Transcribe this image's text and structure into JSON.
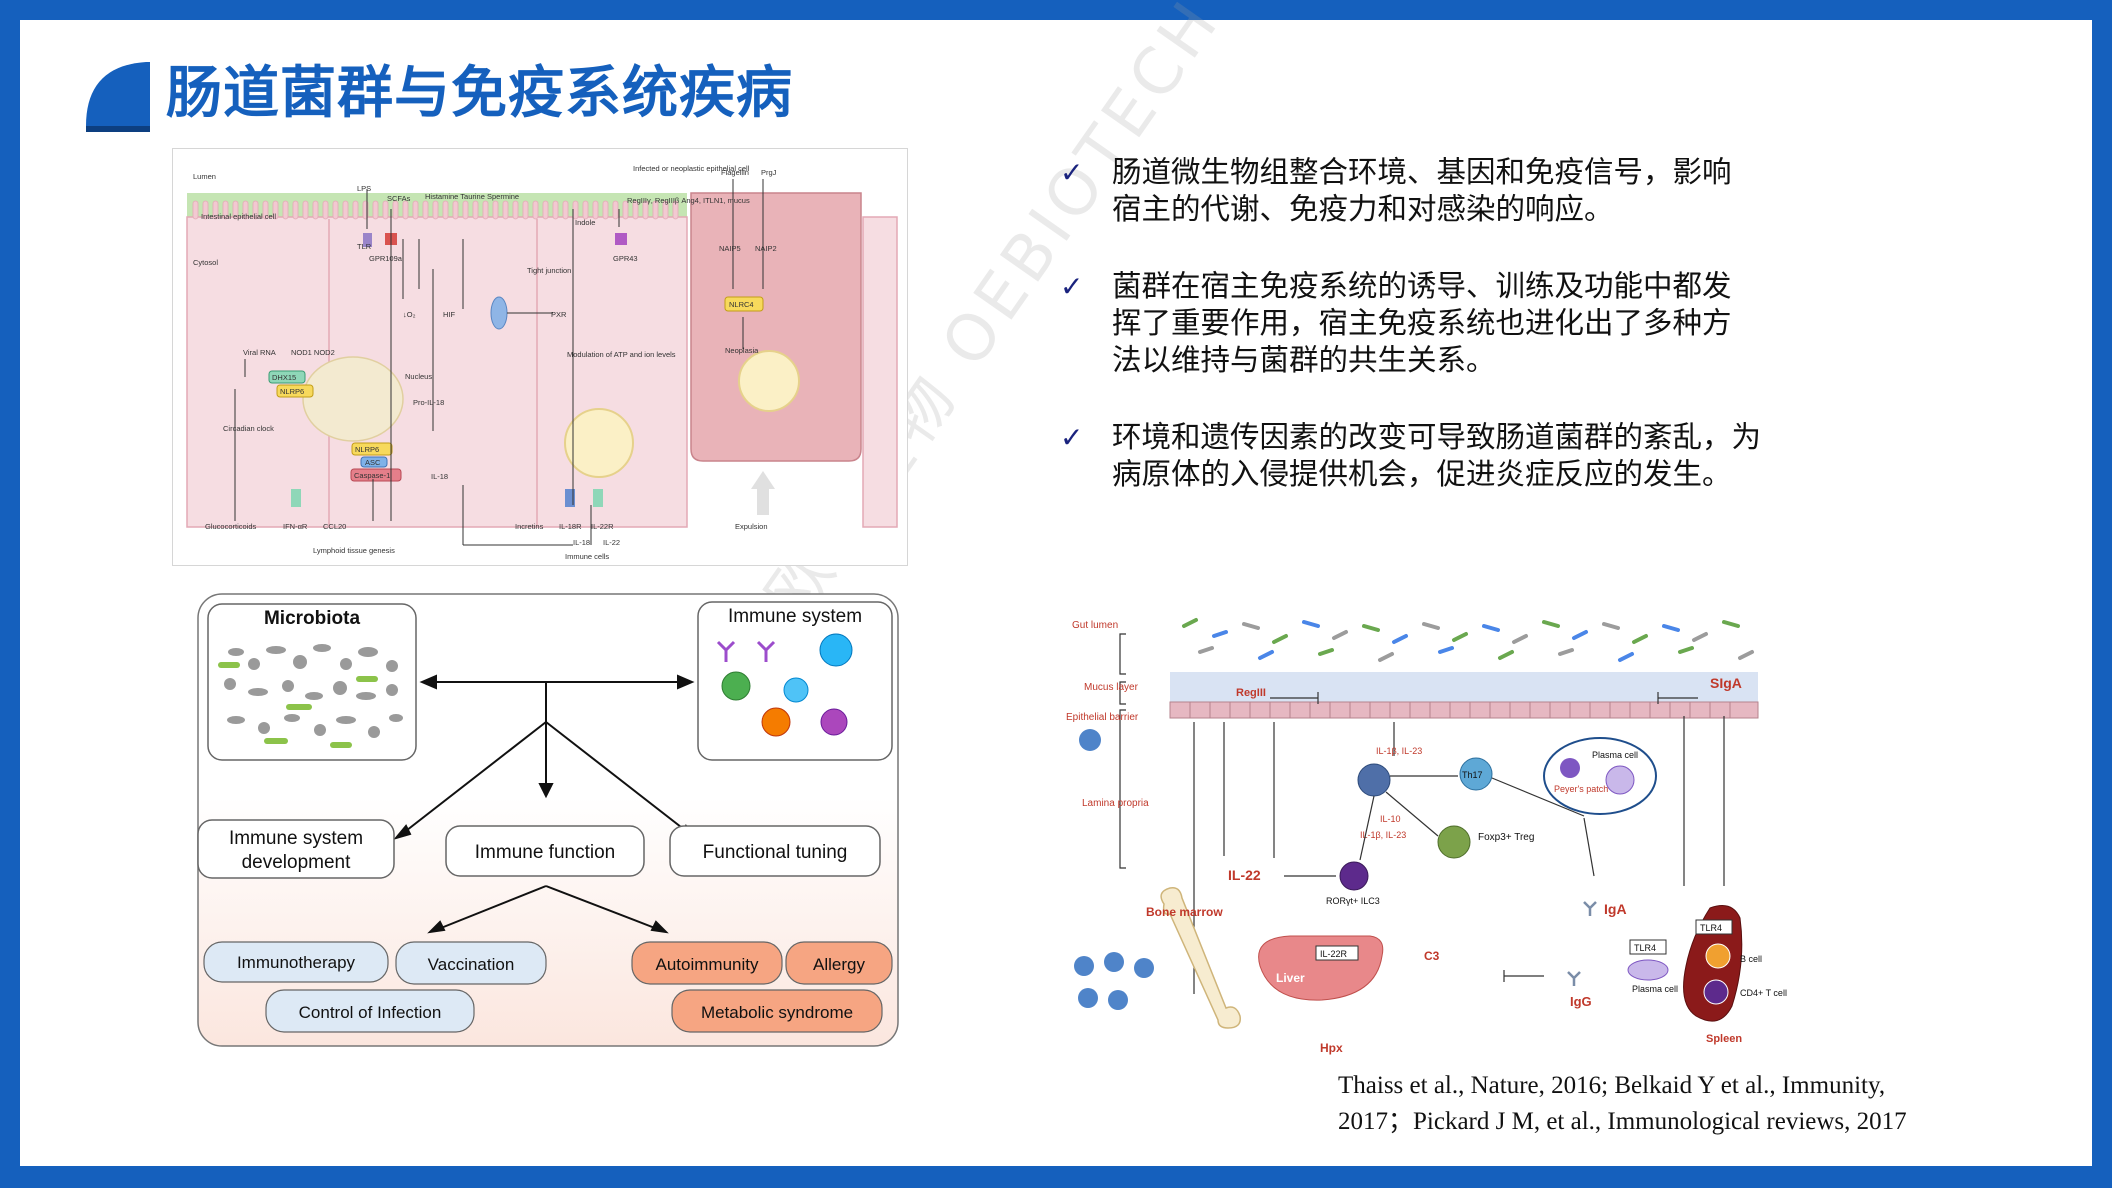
{
  "slide": {
    "title": "肠道菌群与免疫系统疾病",
    "watermark": "欧易生物 OEBIOTECH"
  },
  "colors": {
    "brand_blue": "#1560bd",
    "check_navy": "#1a237e",
    "lumen_green": "#c5e5b3",
    "cell_pink": "#f4d7dc",
    "barrier_pink": "#e6b8c2"
  },
  "bullets": [
    {
      "lines": [
        "肠道微生物组整合环境、基因和免疫信号，影响",
        "宿主的代谢、免疫力和对感染的响应。"
      ]
    },
    {
      "lines": [
        "菌群在宿主免疫系统的诱导、训练及功能中都发",
        "挥了重要作用，宿主免疫系统也进化出了多种方",
        "法以维持与菌群的共生关系。"
      ]
    },
    {
      "lines": [
        "环境和遗传因素的改变可导致肠道菌群的紊乱，为",
        "病原体的入侵提供机会，促进炎症反应的发生。"
      ]
    }
  ],
  "references": {
    "line1": "Thaiss et al., Nature, 2016;    Belkaid Y et al.,  Immunity,",
    "line2": "2017；Pickard J M, et al., Immunological reviews, 2017"
  },
  "fig_intestine": {
    "lumen": "Lumen",
    "epithelial_cell": "Intestinal epithelial cell",
    "cytosol": "Cytosol",
    "lps": "LPS",
    "tlr": "TLR",
    "scfas": "SCFAs",
    "gpr109a": "GPR109a",
    "histamine": "Histamine Taurine Spermine",
    "indole": "Indole",
    "gpr43": "GPR43",
    "infected": "Infected or neoplastic epithelial cell",
    "regiii": "RegIIIγ, RegIIIβ Ang4, ITLN1, mucus",
    "flagellin": "Flagellin",
    "prgj": "PrgJ",
    "naip5": "NAIP5",
    "naip2": "NAIP2",
    "nlrc4": "NLRC4",
    "neoplasia": "Neoplasia",
    "expulsion": "Expulsion",
    "tight_junction": "Tight junction",
    "o2": "↓O₂",
    "hif": "HIF",
    "pxr": "PXR",
    "viral_rna": "Viral RNA",
    "nod": "NOD1 NOD2",
    "dhx15": "DHX15",
    "nlrp6_a": "NLRP6",
    "nucleus": "Nucleus",
    "pro_il18": "Pro-IL-18",
    "modulation": "Modulation of ATP and ion levels",
    "circadian": "Circadian clock",
    "nlrp6_b": "NLRP6",
    "asc": "ASC",
    "caspase": "Caspase-1",
    "il18": "IL-18",
    "glucocorticoids": "Glucocorticoids",
    "ifnar": "IFN-αR",
    "ccl20": "CCL20",
    "lymphoid": "Lymphoid tissue genesis",
    "incretins": "Incretins",
    "il18r": "IL-18R",
    "il22r": "IL-22R",
    "il18_b": "IL-18",
    "il22": "IL-22",
    "immune_cells": "Immune cells"
  },
  "fig_network": {
    "microbiota": "Microbiota",
    "immune_system": "Immune system",
    "development": [
      "Immune system",
      "development"
    ],
    "function": "Immune function",
    "tuning": "Functional tuning",
    "blue_pills": [
      "Immunotherapy",
      "Vaccination",
      "Control of Infection"
    ],
    "red_pills": [
      "Autoimmunity",
      "Allergy",
      "Metabolic syndrome"
    ]
  },
  "fig_gut": {
    "gut_lumen": "Gut lumen",
    "mucus": "Mucus layer",
    "epithelial": "Epithelial barrier",
    "lamina": "Lamina propria",
    "regiii": "RegIII",
    "siga": "SIgA",
    "il1b": "IL-1β, IL-23",
    "th17": "Th17",
    "il10": "IL-10",
    "foxp3": "Foxp3+ Treg",
    "il1b_b": "IL-1β, IL-23",
    "ror": "RORγt+ ILC3",
    "il22": "IL-22",
    "peyers": "Peyer's patch",
    "plasma_cell_top": "Plasma cell",
    "iga": "IgA",
    "bone_marrow": "Bone marrow",
    "il22r": "IL-22R",
    "c3": "C3",
    "liver": "Liver",
    "hpx": "Hpx",
    "tlr4_a": "TLR4",
    "plasma_cell": "Plasma cell",
    "igg": "IgG",
    "tlr4_b": "TLR4",
    "b_cell": "B cell",
    "cd4": "CD4+ T cell",
    "spleen": "Spleen"
  }
}
